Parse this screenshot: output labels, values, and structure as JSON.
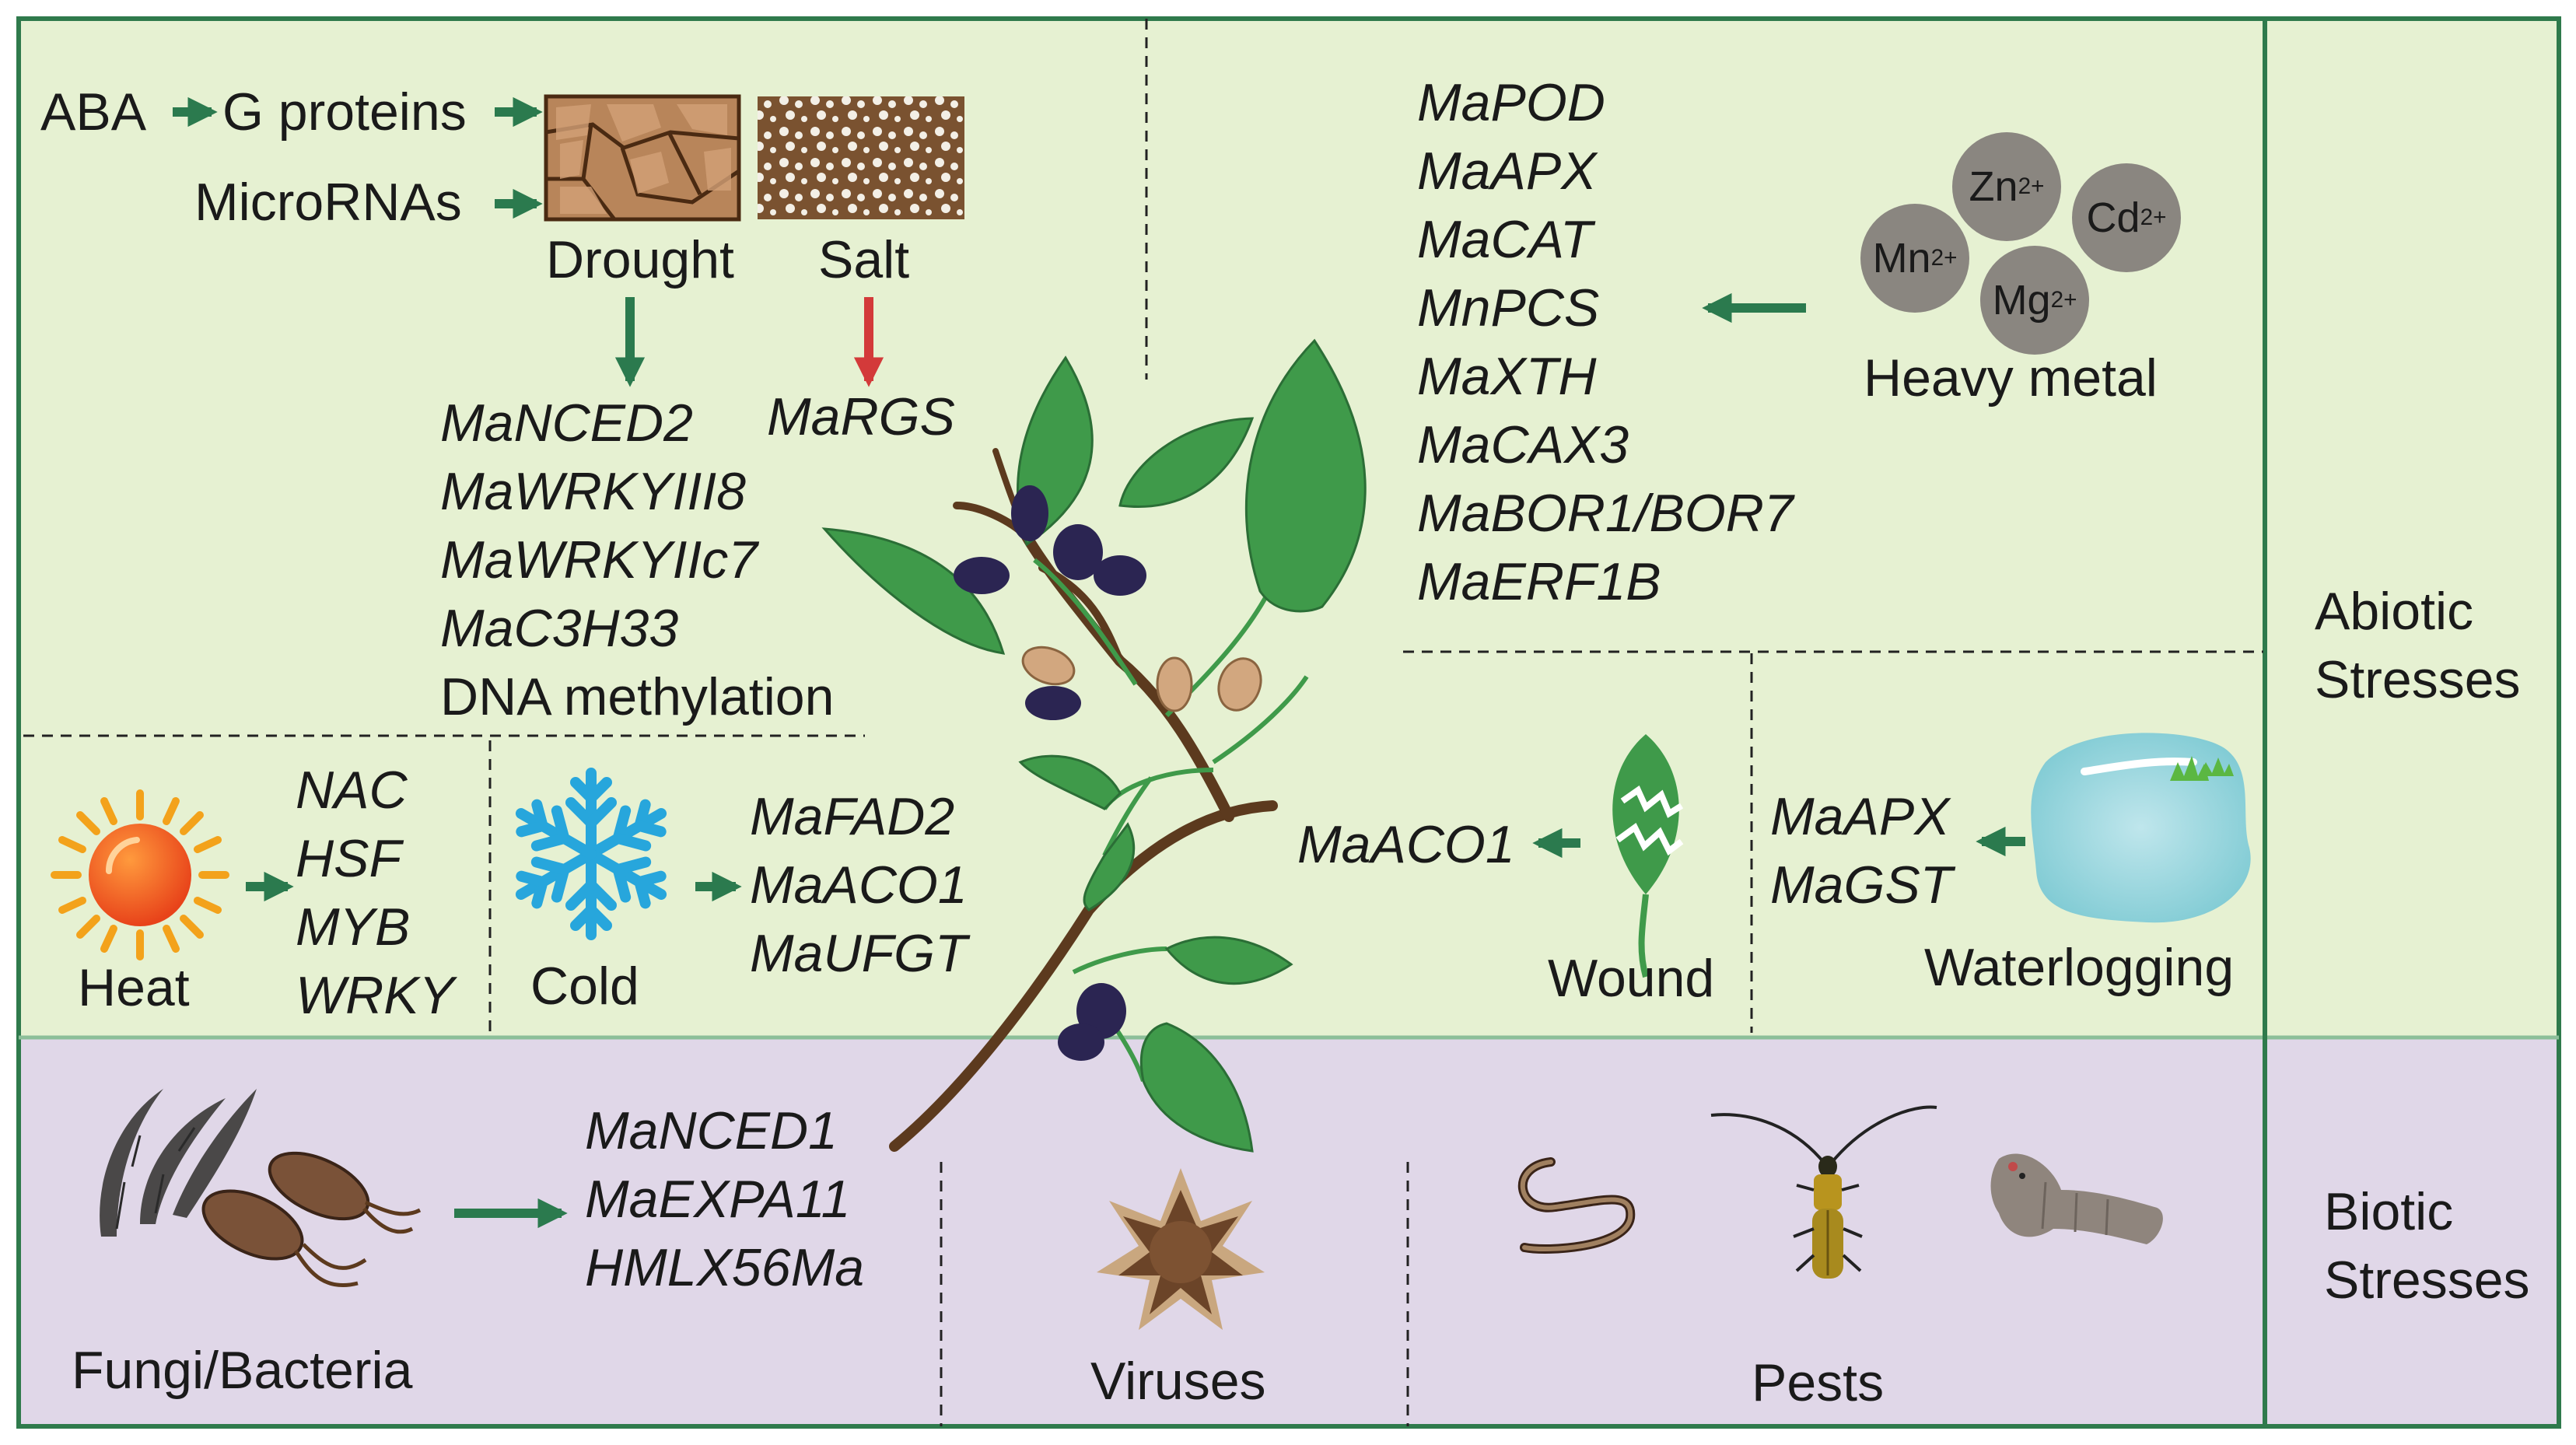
{
  "colors": {
    "abiotic_bg": "#e6f1d2",
    "biotic_bg": "#e0d7e8",
    "frame": "#2f7a4c",
    "arrow_green": "#2b7a4e",
    "arrow_red": "#d33a3a",
    "leaf": "#3f9a4a",
    "branch": "#5c3a1e",
    "berry": "#2b2552"
  },
  "side_labels": {
    "abiotic": [
      "Abiotic",
      "Stresses"
    ],
    "biotic": [
      "Biotic",
      "Stresses"
    ]
  },
  "drought_salt": {
    "aba": "ABA",
    "g_proteins": "G proteins",
    "micrornas": "MicroRNAs",
    "drought": "Drought",
    "salt": "Salt",
    "drought_genes": [
      "MaNCED2",
      "MaWRKYIII8",
      "MaWRKYIIc7",
      "MaC3H33"
    ],
    "drought_extra": "DNA methylation",
    "salt_gene": "MaRGS"
  },
  "heavy_metal": {
    "genes": [
      "MaPOD",
      "MaAPX",
      "MaCAT",
      "MnPCS",
      "MaXTH",
      "MaCAX3",
      "MaBOR1/BOR7",
      "MaERF1B"
    ],
    "ions": [
      {
        "symbol": "Zn",
        "charge": "2+"
      },
      {
        "symbol": "Cd",
        "charge": "2+"
      },
      {
        "symbol": "Mn",
        "charge": "2+"
      },
      {
        "symbol": "Mg",
        "charge": "2+"
      }
    ],
    "label": "Heavy metal"
  },
  "heat": {
    "label": "Heat",
    "genes": [
      "NAC",
      "HSF",
      "MYB",
      "WRKY"
    ]
  },
  "cold": {
    "label": "Cold",
    "genes": [
      "MaFAD2",
      "MaACO1",
      "MaUFGT"
    ]
  },
  "wound": {
    "label": "Wound",
    "gene": "MaACO1"
  },
  "waterlogging": {
    "label": "Waterlogging",
    "genes": [
      "MaAPX",
      "MaGST"
    ]
  },
  "fungi": {
    "label": "Fungi/Bacteria",
    "genes": [
      "MaNCED1",
      "MaEXPA11",
      "HMLX56Ma"
    ]
  },
  "viruses": {
    "label": "Viruses"
  },
  "pests": {
    "label": "Pests"
  }
}
